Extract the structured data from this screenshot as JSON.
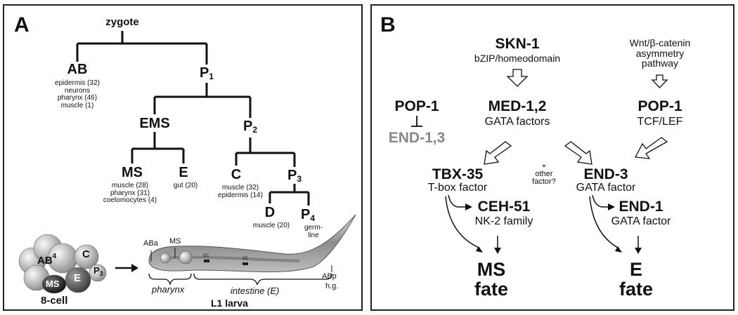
{
  "panel_a": {
    "letter": "A",
    "tree": {
      "zygote": "zygote",
      "ab": "AB",
      "ab_fates": [
        "epidermis (32)",
        "neurons",
        "pharynx (46)",
        "muscle (1)"
      ],
      "p1": "P",
      "p1_sub": "1",
      "ems": "EMS",
      "p2": "P",
      "p2_sub": "2",
      "ms": "MS",
      "ms_fates": [
        "muscle (28)",
        "pharynx (31)",
        "coelomocytes (4)"
      ],
      "e": "E",
      "e_fates": [
        "gut (20)"
      ],
      "c": "C",
      "c_fates": [
        "muscle (32)",
        "epidermis (14)"
      ],
      "p3": "P",
      "p3_sub": "3",
      "d": "D",
      "d_fates": [
        "muscle (20)"
      ],
      "p4": "P",
      "p4_sub": "4",
      "p4_fates": [
        "germ-",
        "line"
      ]
    },
    "embryo": {
      "ab": "AB",
      "ab_sup": "4",
      "c": "C",
      "p3": "P",
      "p3_sub": "3",
      "e": "E",
      "ms": "MS",
      "caption": "8-cell"
    },
    "larva": {
      "aba": "ABa",
      "ms": "MS",
      "cc1": "cc",
      "cc2": "cc",
      "abp": "ABp",
      "hg": "h.g.",
      "pharynx": "pharynx",
      "intestine": "intestine (E)",
      "caption": "L1 larva"
    }
  },
  "panel_b": {
    "letter": "B",
    "skn1": "SKN-1",
    "skn1_desc": "bZIP/homeodomain",
    "wnt": [
      "Wnt/β-catenin",
      "asymmetry",
      "pathway"
    ],
    "pop1_left": "POP-1",
    "end13": "END-1,3",
    "med": "MED-1,2",
    "med_desc": "GATA factors",
    "pop1_right": "POP-1",
    "pop1_desc": "TCF/LEF",
    "tbx": "TBX-35",
    "tbx_desc": "T-box factor",
    "other": [
      "+",
      "other",
      "factor?"
    ],
    "ceh": "CEH-51",
    "ceh_desc": "NK-2 family",
    "end3": "END-3",
    "end3_desc": "GATA factor",
    "end1": "END-1",
    "end1_desc": "GATA factor",
    "ms_fate": [
      "MS",
      "fate"
    ],
    "e_fate": [
      "E",
      "fate"
    ]
  },
  "colors": {
    "inhibited_gene": "#888888",
    "border": "#222222"
  }
}
